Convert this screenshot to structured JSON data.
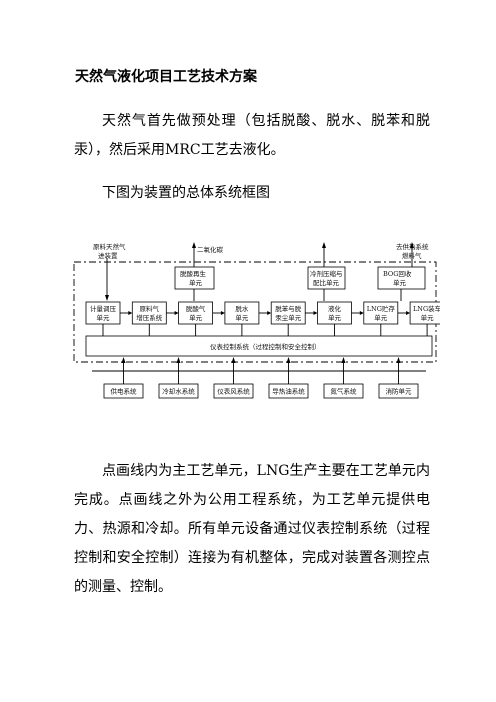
{
  "doc": {
    "title": "天然气液化项目工艺技术方案",
    "p1": "天然气首先做预处理（包括脱酸、脱水、脱苯和脱汞），然后采用MRC工艺去液化。",
    "p2": "下图为装置的总体系统框图",
    "p3": "点画线内为主工艺单元，LNG生产主要在工艺单元内完成。点画线之外为公用工程系统，为工艺单元提供电力、热源和冷却。所有单元设备通过仪表控制系统（过程控制和安全控制）连接为有机整体，完成对装置各测控点的测量、控制。"
  },
  "diagram": {
    "top_labels": {
      "feed_gas_1": "原料天然气",
      "feed_gas_2": "进装置",
      "co2": "二氧化碳",
      "fuel_1": "去供热系统",
      "fuel_2": "燃料气"
    },
    "upper_units": {
      "regen_1": "脱酸再生",
      "regen_2": "单元",
      "mr_1": "冷剂压缩与",
      "mr_2": "配比单元",
      "bog_1": "BOG回收",
      "bog_2": "单元"
    },
    "main_units": [
      {
        "l1": "计量调压",
        "l2": "单元"
      },
      {
        "l1": "原料气",
        "l2": "增压系统"
      },
      {
        "l1": "脱酸气",
        "l2": "单元"
      },
      {
        "l1": "脱水",
        "l2": "单元"
      },
      {
        "l1": "脱苯与脱",
        "l2": "汞尘单元"
      },
      {
        "l1": "液化",
        "l2": "单元"
      },
      {
        "l1": "LNG贮存",
        "l2": "单元"
      },
      {
        "l1": "LNG装车",
        "l2": "单元"
      }
    ],
    "control_bar": "仪表控制系统（过程控制和安全控制）",
    "utilities": [
      "供电系统",
      "冷却水系统",
      "仪表风系统",
      "导热油系统",
      "氮气系统",
      "消防单元"
    ]
  }
}
